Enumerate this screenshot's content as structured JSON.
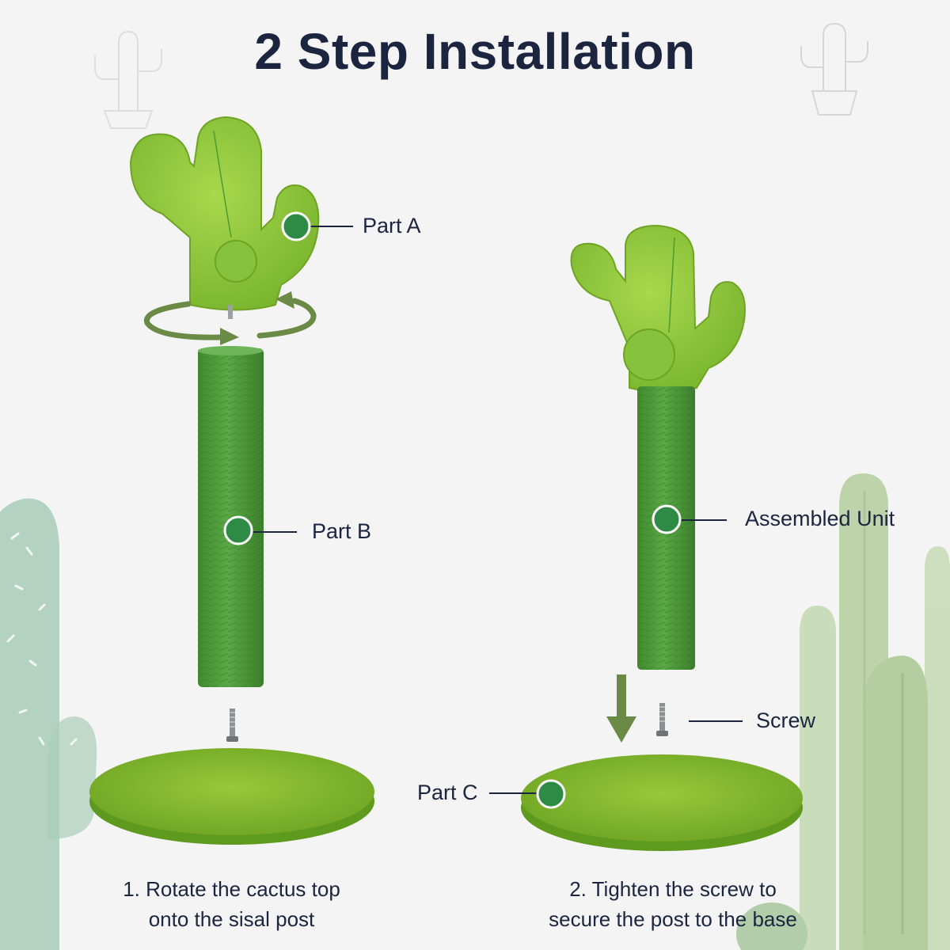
{
  "title": "2 Step Installation",
  "labels": {
    "part_a": "Part A",
    "part_b": "Part B",
    "part_c": "Part C",
    "assembled": "Assembled Unit",
    "screw": "Screw"
  },
  "steps": [
    {
      "line1": "1. Rotate the cactus top",
      "line2": "onto the sisal post"
    },
    {
      "line1": "2. Tighten the screw to",
      "line2": "secure the post to the base"
    }
  ],
  "colors": {
    "title": "#1b2540",
    "plush_green": "#8cc63f",
    "sisal_green": "#4e9a3a",
    "marker": "#2e8b46",
    "arrow": "#6b8a45",
    "bg_cactus": "#b9d3b0"
  }
}
